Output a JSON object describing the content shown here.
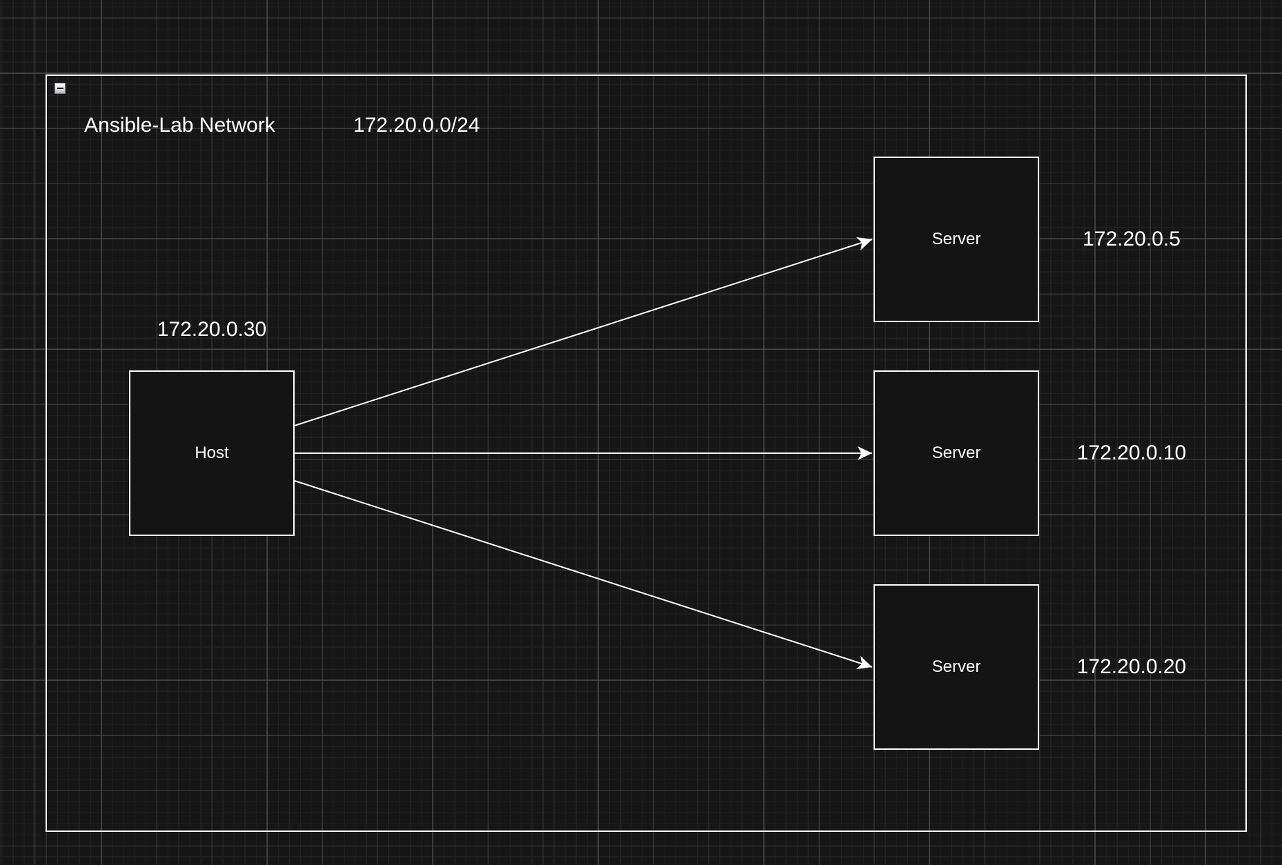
{
  "diagram": {
    "title": "Ansible-Lab Network",
    "cidr": "172.20.0.0/24"
  },
  "host": {
    "label": "Host",
    "ip": "172.20.0.30"
  },
  "servers": [
    {
      "label": "Server",
      "ip": "172.20.0.5"
    },
    {
      "label": "Server",
      "ip": "172.20.0.10"
    },
    {
      "label": "Server",
      "ip": "172.20.0.20"
    }
  ],
  "icons": {
    "collapse": "minus-icon"
  },
  "colors": {
    "background": "#161616",
    "grid_minor": "#242424",
    "grid_major": "#4b4b4b",
    "stroke": "#ffffff",
    "node_fill": "#141414",
    "text": "#ffffff"
  }
}
